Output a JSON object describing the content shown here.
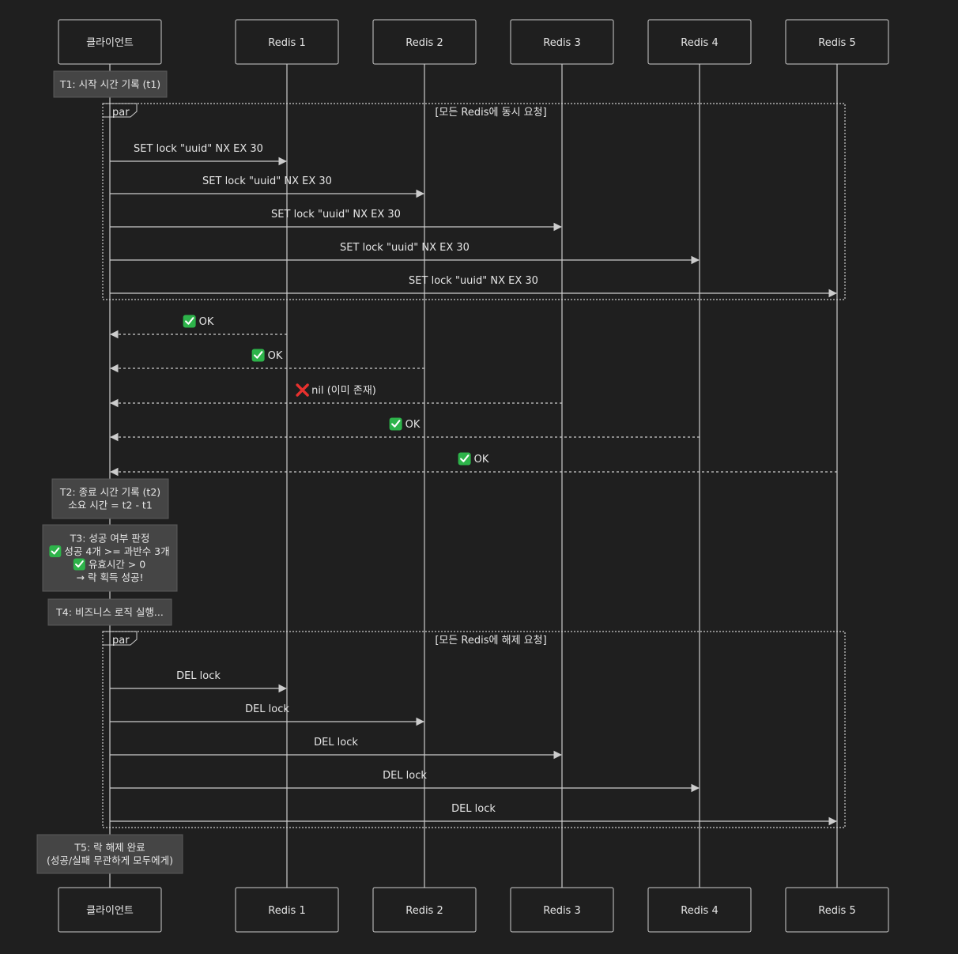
{
  "colors": {
    "background": "#1f1f1f",
    "actor_fill": "#1f1f1f",
    "actor_stroke": "#cccccc",
    "line": "#cccccc",
    "note_fill": "#454545",
    "note_stroke": "#5a5a5a",
    "text": "#e6e6e6",
    "check": "#2db34a",
    "cross": "#e8312e"
  },
  "actors": [
    {
      "id": "client",
      "label": "클라이언트"
    },
    {
      "id": "r1",
      "label": "Redis 1"
    },
    {
      "id": "r2",
      "label": "Redis 2"
    },
    {
      "id": "r3",
      "label": "Redis 3"
    },
    {
      "id": "r4",
      "label": "Redis 4"
    },
    {
      "id": "r5",
      "label": "Redis 5"
    }
  ],
  "notes": [
    {
      "id": "t1",
      "lines": [
        "T1: 시작 시간 기록 (t1)"
      ]
    },
    {
      "id": "t2",
      "lines": [
        "T2: 종료 시간 기록 (t2)",
        "소요 시간 = t2 - t1"
      ]
    },
    {
      "id": "t3",
      "lines": [
        "T3: 성공 여부 판정",
        "성공 4개 >= 과반수 3개",
        "유효시간 > 0",
        "→ 락 획득 성공!"
      ],
      "check_lines": [
        1,
        2
      ]
    },
    {
      "id": "t4",
      "lines": [
        "T4: 비즈니스 로직 실행..."
      ]
    },
    {
      "id": "t5",
      "lines": [
        "T5: 락 해제 완료",
        "(성공/실패 무관하게 모두에게)"
      ]
    }
  ],
  "fragments": [
    {
      "id": "par-acquire",
      "keyword": "par",
      "condition": "[모든 Redis에 동시 요청]"
    },
    {
      "id": "par-release",
      "keyword": "par",
      "condition": "[모든 Redis에 해제 요청]"
    }
  ],
  "messages": [
    {
      "from": "client",
      "to": "r1",
      "text": "SET lock \"uuid\" NX EX 30",
      "style": "solid"
    },
    {
      "from": "client",
      "to": "r2",
      "text": "SET lock \"uuid\" NX EX 30",
      "style": "solid"
    },
    {
      "from": "client",
      "to": "r3",
      "text": "SET lock \"uuid\" NX EX 30",
      "style": "solid"
    },
    {
      "from": "client",
      "to": "r4",
      "text": "SET lock \"uuid\" NX EX 30",
      "style": "solid"
    },
    {
      "from": "client",
      "to": "r5",
      "text": "SET lock \"uuid\" NX EX 30",
      "style": "solid"
    },
    {
      "from": "r1",
      "to": "client",
      "text": "OK",
      "style": "dashed",
      "icon": "check-icon"
    },
    {
      "from": "r2",
      "to": "client",
      "text": "OK",
      "style": "dashed",
      "icon": "check-icon"
    },
    {
      "from": "r3",
      "to": "client",
      "text": "nil (이미 존재)",
      "style": "dashed",
      "icon": "cross-icon"
    },
    {
      "from": "r4",
      "to": "client",
      "text": "OK",
      "style": "dashed",
      "icon": "check-icon"
    },
    {
      "from": "r5",
      "to": "client",
      "text": "OK",
      "style": "dashed",
      "icon": "check-icon"
    },
    {
      "from": "client",
      "to": "r1",
      "text": "DEL lock",
      "style": "solid"
    },
    {
      "from": "client",
      "to": "r2",
      "text": "DEL lock",
      "style": "solid"
    },
    {
      "from": "client",
      "to": "r3",
      "text": "DEL lock",
      "style": "solid"
    },
    {
      "from": "client",
      "to": "r4",
      "text": "DEL lock",
      "style": "solid"
    },
    {
      "from": "client",
      "to": "r5",
      "text": "DEL lock",
      "style": "solid"
    }
  ]
}
